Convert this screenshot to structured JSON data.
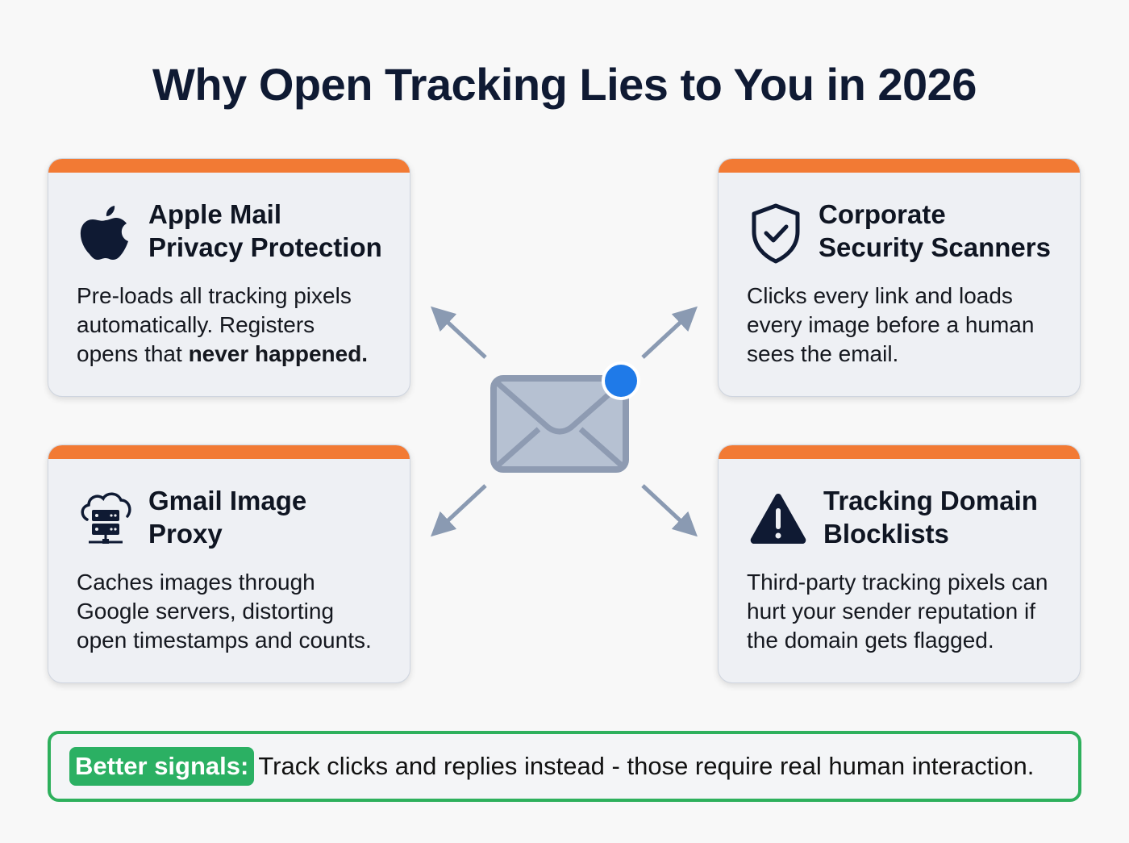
{
  "title": "Why Open Tracking Lies to You in 2026",
  "colors": {
    "accent_bar": "#f27a34",
    "card_bg": "#eef0f4",
    "arrow": "#8a9ab2",
    "envelope": "#8e9bb2",
    "notification_dot": "#1f7ae8",
    "footer_green": "#2bb063",
    "title": "#0f1a33"
  },
  "cards": [
    {
      "icon": "apple-logo-icon",
      "heading_line1": "Apple Mail",
      "heading_line2": "Privacy Protection",
      "desc_line1": "Pre-loads all tracking pixels",
      "desc_line2": "automatically. Registers",
      "desc_line3_plain": "opens that ",
      "desc_line3_bold": "never happened."
    },
    {
      "icon": "shield-check-icon",
      "heading_line1": "Corporate",
      "heading_line2": "Security Scanners",
      "desc_line1": "Clicks every link and loads",
      "desc_line2": "every image before a human",
      "desc_line3": "sees the email."
    },
    {
      "icon": "cloud-server-icon",
      "heading_line1": "Gmail Image",
      "heading_line2": "Proxy",
      "desc_line1": "Caches images through",
      "desc_line2": "Google servers, distorting",
      "desc_line3": "open timestamps and counts."
    },
    {
      "icon": "warning-triangle-icon",
      "heading_line1": "Tracking Domain",
      "heading_line2": "Blocklists",
      "desc_line1": "Third-party tracking pixels can",
      "desc_line2": "hurt your sender reputation if",
      "desc_line3": "the domain gets flagged."
    }
  ],
  "center": {
    "icon": "envelope-icon",
    "badge": "notification-dot"
  },
  "footer": {
    "badge_label": "Better signals:",
    "text": "Track clicks and replies instead - those require real human interaction."
  }
}
